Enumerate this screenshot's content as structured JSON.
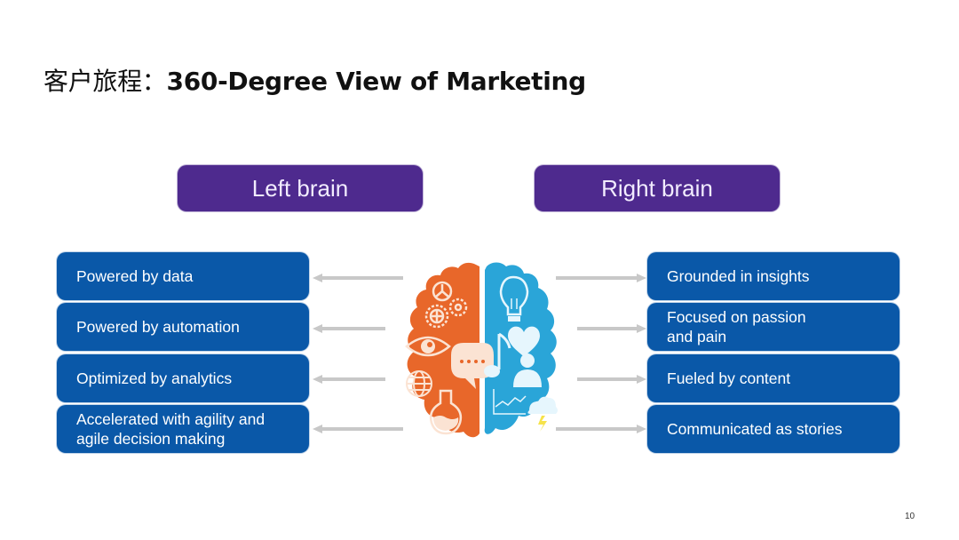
{
  "slide": {
    "title_cn": "客户旅程：",
    "title_en": "360-Degree View of Marketing",
    "page_number": "10"
  },
  "left": {
    "header": "Left brain",
    "color": "#e8672a",
    "items": [
      {
        "line1": "Powered by data",
        "line2": ""
      },
      {
        "line1": "Powered by automation",
        "line2": ""
      },
      {
        "line1": "Optimized by analytics",
        "line2": ""
      },
      {
        "line1": "Accelerated with agility and",
        "line2": "agile decision making"
      }
    ],
    "icons": [
      "gears-icon",
      "eye-icon",
      "speech-bubble-icon",
      "globe-icon",
      "flask-icon"
    ]
  },
  "right": {
    "header": "Right brain",
    "color": "#2aa5d8",
    "items": [
      {
        "line1": "Grounded in insights",
        "line2": ""
      },
      {
        "line1": "Focused on passion",
        "line2": "and pain"
      },
      {
        "line1": "Fueled by content",
        "line2": ""
      },
      {
        "line1": "Communicated as stories",
        "line2": ""
      }
    ],
    "icons": [
      "lightbulb-icon",
      "heart-icon",
      "music-note-icon",
      "person-icon",
      "line-chart-icon",
      "storm-cloud-icon"
    ]
  },
  "colors": {
    "header_purple": "#4e2a8e",
    "item_blue": "#0a58a8",
    "arrow_gray": "#c8c8c8"
  }
}
